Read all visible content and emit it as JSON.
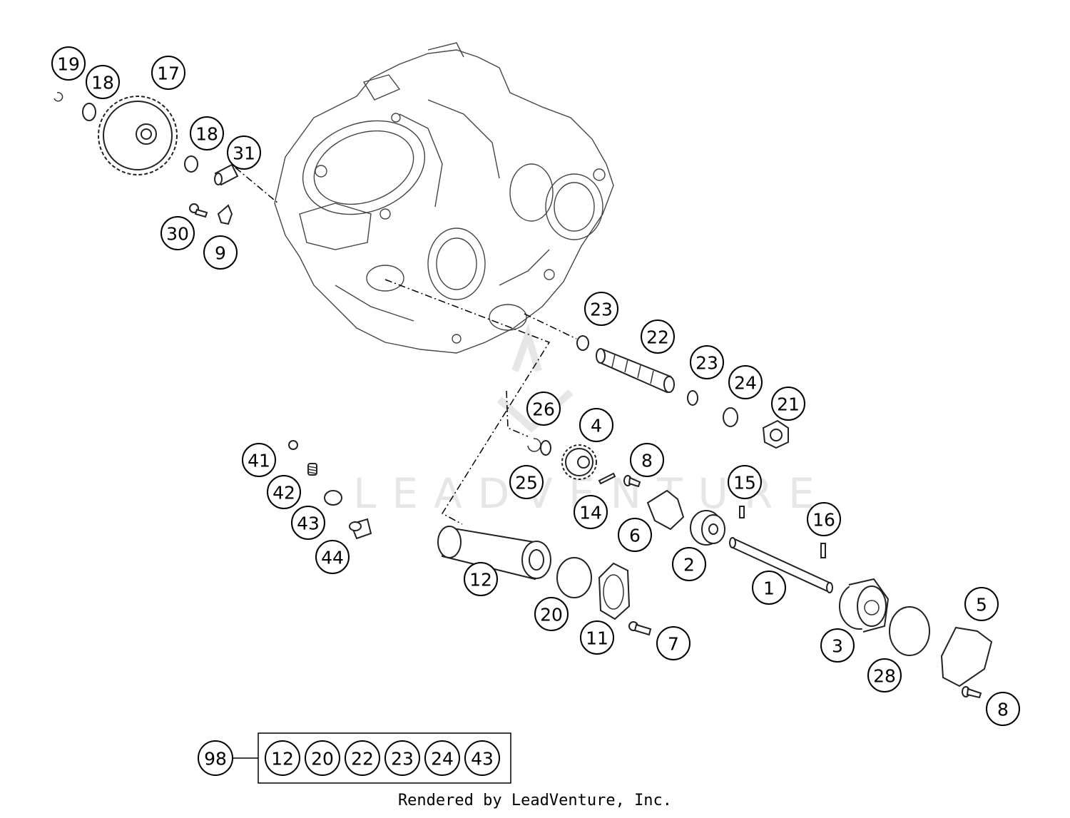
{
  "watermark": "LEADVENTURE",
  "footer": "Rendered by LeadVenture, Inc.",
  "callouts": [
    "19",
    "18",
    "17",
    "18",
    "31",
    "30",
    "9",
    "23",
    "22",
    "23",
    "24",
    "21",
    "26",
    "4",
    "8",
    "15",
    "41",
    "42",
    "43",
    "44",
    "25",
    "14",
    "6",
    "2",
    "16",
    "12",
    "1",
    "20",
    "11",
    "7",
    "3",
    "5",
    "28",
    "8"
  ],
  "kit": {
    "number": "98",
    "items": [
      "12",
      "20",
      "22",
      "23",
      "24",
      "43"
    ]
  }
}
